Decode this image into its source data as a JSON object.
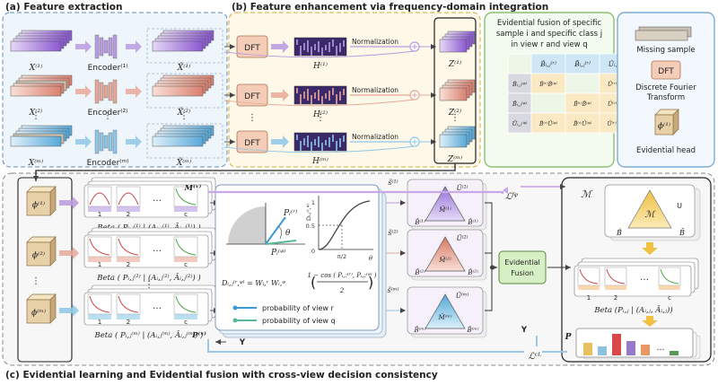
{
  "sections": {
    "a": "(a) Feature extraction",
    "b": "(b) Feature enhancement via frequency-domain integration",
    "c": "(c) Evidential learning and Evidential fusion with cross-view decision consistency"
  },
  "views": {
    "x": [
      "X⁽¹⁾",
      "X⁽²⁾",
      "X⁽ᵐ⁾"
    ],
    "encoder": [
      "Encoder⁽¹⁾",
      "Encoder⁽²⁾",
      "Encoder⁽ᵐ⁾"
    ],
    "xt": [
      "X̃⁽¹⁾",
      "X̃⁽²⁾",
      "X̃⁽ᵐ⁾"
    ],
    "h": [
      "H⁽¹⁾",
      "H⁽²⁾",
      "H⁽ᵐ⁾"
    ],
    "z": [
      "Z⁽¹⁾",
      "Z⁽²⁾",
      "Z⁽ᵐ⁾"
    ],
    "phi": [
      "ϕ⁽¹⁾",
      "ϕ⁽²⁾",
      "ϕ⁽ᵐ⁾"
    ],
    "beta": [
      "Beta ( Pᵢ,ⱼ⁽¹⁾ | (Aᵢ,ⱼ⁽¹⁾, Āᵢ,ⱼ⁽¹⁾) )",
      "Beta ( Pᵢ,ⱼ⁽²⁾ | (Aᵢ,ⱼ⁽²⁾, Āᵢ,ⱼ⁽²⁾) )",
      "Beta ( Pᵢ,ⱼ⁽ᵐ⁾ | (Aᵢ,ⱼ⁽ᵐ⁾, Āᵢ,ⱼ⁽ᵐ⁾) )"
    ],
    "s": [
      "s̃⁽¹⁾",
      "s̃⁽²⁾",
      "s̃⁽ᵐ⁾"
    ],
    "u": [
      "Û⁽¹⁾",
      "Û⁽²⁾",
      "Û⁽ᵐ⁾"
    ],
    "bl": [
      "B̂⁽¹⁾",
      "B̂⁽²⁾",
      "B̂⁽ᵐ⁾"
    ],
    "br": [
      "B̂⁽¹⁾",
      "B̂⁽²⁾",
      "B̂⁽ᵐ⁾"
    ],
    "m": [
      "M̂⁽¹⁾",
      "M̂⁽²⁾",
      "M̂⁽ᵐ⁾"
    ]
  },
  "labels": {
    "dft": "DFT",
    "normalization": "Normalization",
    "dots": "⋮",
    "ellipsis": "…",
    "fusion_box": "Evidential Fusion",
    "classes": [
      "1",
      "2",
      "c"
    ],
    "mv": "M⁽ᵛ⁾",
    "pv": "P⁽ᵛ⁾",
    "y": "Y",
    "lfq": "ℒᶠᵠ",
    "lcl": "ℒᶜᴸ",
    "cal_m": "ℳ",
    "b_hat": "B̂",
    "u_sym": "U",
    "b_bar": "B̄",
    "p": "P",
    "beta_fused": "Beta (Pᵢ,ⱼ | (Aᵢ,ⱼ, Āᵢ,ⱼ))"
  },
  "center": {
    "pr": "Pᵢ⁽ʳ⁾",
    "pq": "Pᵢ⁽ᵠ⁾",
    "theta": "θ",
    "yaxis": "Dᵢ,ⱼ⁽ʳ,ᵠ⁾",
    "tick1": "1",
    "tick05": "0.5",
    "tick0": "0",
    "pi2": "π/2",
    "formula_lhs": "Dᵢ,ⱼ⁽ʳ,ᵠ⁾ = Wᵢ,ʳ Wᵢ,ᵠ",
    "formula_num": "1 − cos ( Pᵢ,:⁽ʳ⁾, Pᵢ,:⁽ᵠ⁾ )",
    "formula_den": "2",
    "legend_r": "probability of view r",
    "legend_q": "probability of view q"
  },
  "table": {
    "title_lines": [
      "Evidential fusion of specific",
      "sample i and specific class j",
      "in view r and view q"
    ],
    "col_headers": [
      "B̂ᵢ,ⱼ⁽ʳ⁾",
      "B̄ᵢ,ⱼ⁽ʳ⁾",
      "Ûᵢ,ⱼ⁽ʳ⁾"
    ],
    "row_headers": [
      "B̂ᵢ,ⱼ⁽ᵠ⁾",
      "B̄ᵢ,ⱼ⁽ᵠ⁾",
      "Ûᵢ,ⱼ⁽ᵠ⁾"
    ],
    "cells": [
      [
        "B̂⁽ʳ⁾B̂⁽ᵠ⁾",
        "",
        "Û⁽ʳ⁾B̂⁽ᵠ⁾"
      ],
      [
        "",
        "B̄⁽ʳ⁾B̄⁽ᵠ⁾",
        "Û⁽ʳ⁾B̄⁽ᵠ⁾"
      ],
      [
        "B̂⁽ʳ⁾Û⁽ᵠ⁾",
        "B̄⁽ʳ⁾Û⁽ᵠ⁾",
        "Û⁽ʳ⁾Û⁽ᵠ⁾"
      ]
    ]
  },
  "legend": {
    "missing": "Missing sample",
    "dft_lines": [
      "Discrete Fourier",
      "Transform"
    ],
    "head": "Evidential head",
    "dft": "DFT",
    "phi": "ϕ⁽¹⁾"
  },
  "colors": {
    "view1": "#b89be0",
    "view2": "#e8a898",
    "view3": "#8ec8e8",
    "dft": "#f4cdb8",
    "fusion": "#d6efc4",
    "cube": "#e8d0a8",
    "gold": "#f0c040",
    "missing": "#c8c0b0"
  }
}
